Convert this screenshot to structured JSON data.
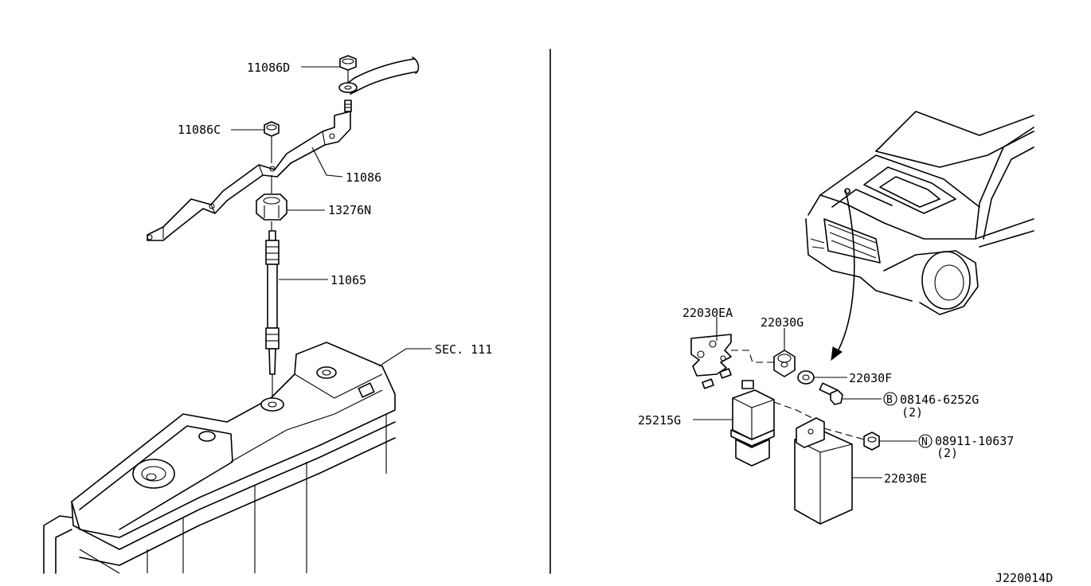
{
  "diagram_id": "J220014D",
  "labels": {
    "p11086D": "11086D",
    "p11086C": "11086C",
    "p11086": "11086",
    "p13276N": "13276N",
    "p11065": "11065",
    "sec111": "SEC. 111",
    "p22030EA": "22030EA",
    "p22030G": "22030G",
    "p22030F": "22030F",
    "p08146_6252G": "08146-6252G",
    "p08146_qty": "(2)",
    "p08146_prefix": "B",
    "p25215G": "25215G",
    "p08911_10637": "08911-10637",
    "p08911_qty": "(2)",
    "p08911_prefix": "N",
    "p22030E": "22030E"
  }
}
